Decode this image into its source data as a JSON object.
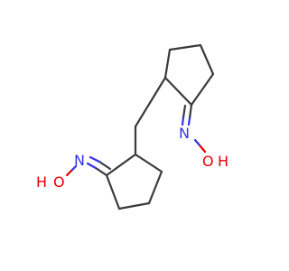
{
  "structure": {
    "labels": {
      "n_upper": "N",
      "o_upper": "O",
      "h_upper": "H",
      "n_lower": "N",
      "o_lower": "O",
      "h_lower": "H"
    },
    "colors": {
      "carbon_bond": "#3a3a3a",
      "nitrogen": "#3333e6",
      "oxygen": "#e60000",
      "background": "#ffffff"
    }
  }
}
